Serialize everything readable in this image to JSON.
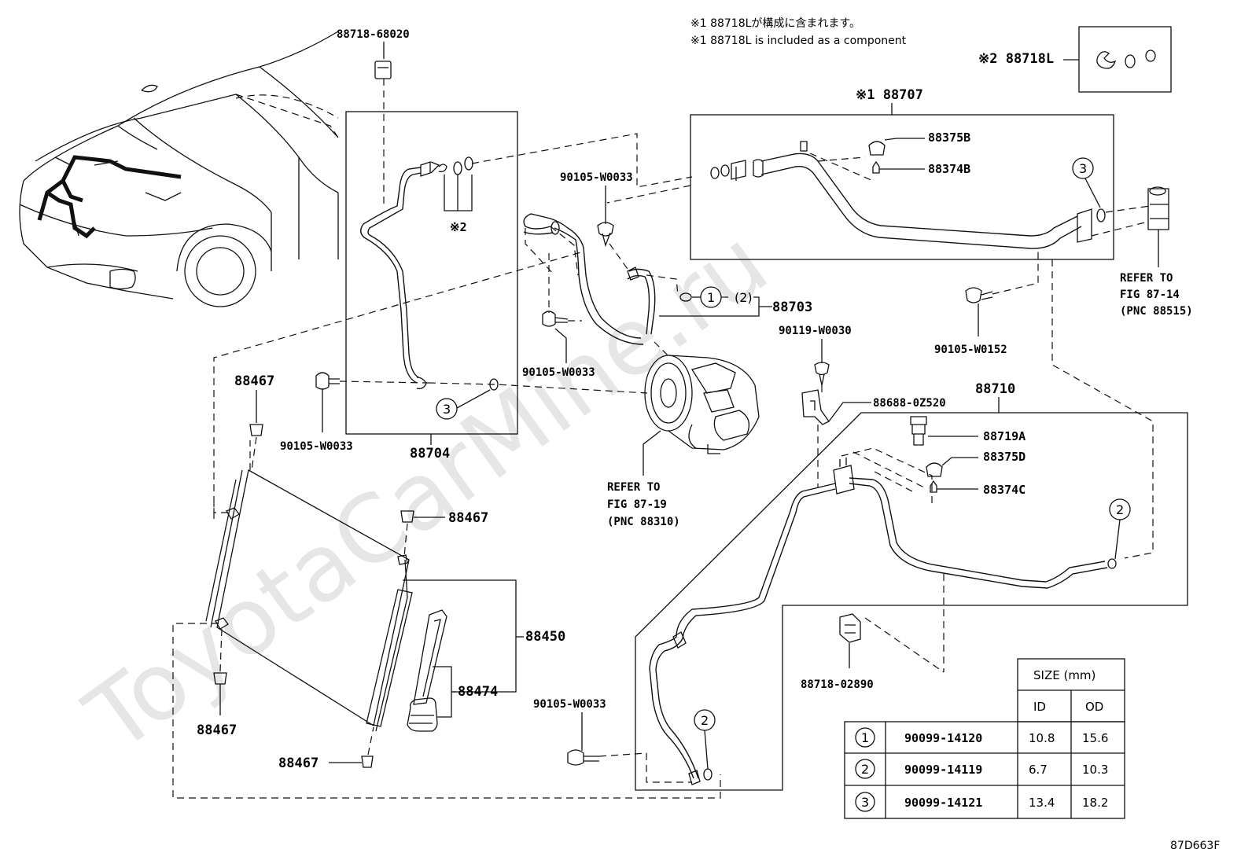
{
  "watermark": "ToyotaCarMine.ru",
  "figure_code": "87D663F",
  "notes": {
    "line1": "※1 88718Lが構成に含まれます。",
    "line2": "※1 88718L is included as a component"
  },
  "labels": {
    "p88718_68020": "88718-68020",
    "p88718L": "※2 88718L",
    "p88707": "※1 88707",
    "p88375B": "88375B",
    "p88374B": "88374B",
    "p90105_W0033_a": "90105-W0033",
    "p90105_W0033_b": "90105-W0033",
    "p90105_W0033_c": "90105-W0033",
    "p90105_W0033_d": "90105-W0033",
    "p88703_group": "(2)",
    "p88703": "88703",
    "p90119_W0030": "90119-W0030",
    "p90105_W0152": "90105-W0152",
    "refer_fig_87_14": [
      "REFER TO",
      "FIG 87-14",
      "(PNC 88515)"
    ],
    "refer_fig_87_19": [
      "REFER TO",
      "FIG 87-19",
      "(PNC 88310)"
    ],
    "p88467_a": "88467",
    "p88467_b": "88467",
    "p88467_c": "88467",
    "p88467_d": "88467",
    "p88704": "88704",
    "p88688": "88688-0Z520",
    "p88710": "88710",
    "p88719A": "88719A",
    "p88375D": "88375D",
    "p88374C": "88374C",
    "p88450": "88450",
    "p88474": "88474",
    "p88718_02890": "88718-02890",
    "mark2": "※2"
  },
  "callouts": [
    "1",
    "2",
    "3"
  ],
  "size_table": {
    "title": "SIZE (mm)",
    "col_id": "ID",
    "col_od": "OD",
    "rows": [
      {
        "mark": "1",
        "part": "90099-14120",
        "id": "10.8",
        "od": "15.6"
      },
      {
        "mark": "2",
        "part": "90099-14119",
        "id": "6.7",
        "od": "10.3"
      },
      {
        "mark": "3",
        "part": "90099-14121",
        "id": "13.4",
        "od": "18.2"
      }
    ]
  }
}
